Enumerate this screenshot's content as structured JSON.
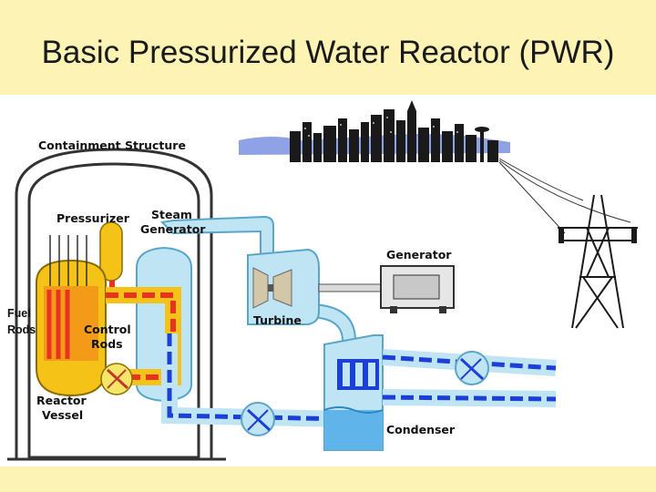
{
  "slide": {
    "title": "Basic Pressurized Water Reactor (PWR)",
    "background_color": "#fcf3b4"
  },
  "diagram": {
    "labels": {
      "containment": "Containment Structure",
      "pressurizer": "Pressurizer",
      "steam_generator_1": "Steam",
      "steam_generator_2": "Generator",
      "generator": "Generator",
      "turbine": "Turbine",
      "fuel_rods_1": "Fuel",
      "fuel_rods_2": "Rods",
      "control_rods_1": "Control",
      "control_rods_2": "Rods",
      "reactor_vessel_1": "Reactor",
      "reactor_vessel_2": "Vessel",
      "condenser": "Condenser"
    },
    "colors": {
      "primary_loop": "#e83323",
      "hot_loop_fill": "#f5c218",
      "steam": "#bfe4f4",
      "cooling_water": "#1c3fd6",
      "containment_outline": "#333333"
    }
  }
}
